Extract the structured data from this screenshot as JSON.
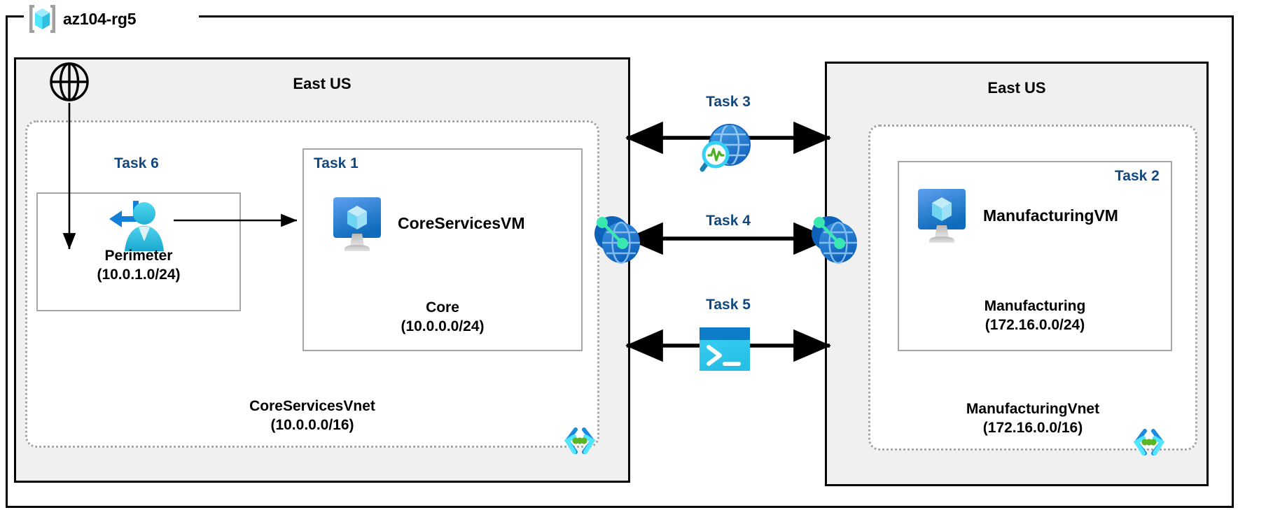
{
  "resource_group": {
    "name": "az104-rg5",
    "icon": "azure-resource-group-icon"
  },
  "regions": [
    {
      "id": "left",
      "title": "East US"
    },
    {
      "id": "right",
      "title": "East US"
    }
  ],
  "vnets": [
    {
      "id": "core",
      "name": "CoreServicesVnet",
      "cidr": "(10.0.0.0/16)",
      "subnet_icon": "azure-subnet-icon"
    },
    {
      "id": "manufacturing",
      "name": "ManufacturingVnet",
      "cidr": "(172.16.0.0/16)",
      "subnet_icon": "azure-subnet-icon"
    }
  ],
  "subnets": [
    {
      "id": "perimeter",
      "task": "Task 6",
      "name": "Perimeter",
      "cidr": "(10.0.1.0/24)",
      "icon": "azure-bastion-icon"
    },
    {
      "id": "core",
      "task": "Task 1",
      "name": "Core",
      "cidr": "(10.0.0.0/24)",
      "vm_name": "CoreServicesVM",
      "icon": "virtual-machine-icon"
    },
    {
      "id": "manufacturing",
      "task": "Task 2",
      "name": "Manufacturing",
      "cidr": "(172.16.0.0/24)",
      "vm_name": "ManufacturingVM",
      "icon": "virtual-machine-icon"
    }
  ],
  "center_tasks": [
    {
      "id": "task3",
      "label": "Task 3",
      "icon": "network-watcher-icon",
      "arrow": "bidirectional"
    },
    {
      "id": "task4",
      "label": "Task 4",
      "icon": "none",
      "arrow": "bidirectional"
    },
    {
      "id": "task5",
      "label": "Task 5",
      "icon": "cloud-shell-icon",
      "arrow": "bidirectional"
    }
  ],
  "peering_icons": [
    {
      "id": "peering-left",
      "icon": "vnet-peering-icon"
    },
    {
      "id": "peering-right",
      "icon": "vnet-peering-icon"
    }
  ],
  "internet": {
    "icon": "globe-icon"
  },
  "colors": {
    "task_label": "#11487f",
    "region_background": "#f0f0f0",
    "border": "#000000",
    "vnet_border": "#a6a6a6",
    "azure_blue": "#0078d4",
    "azure_cyan": "#50e6ff",
    "accent_green": "#5bb526"
  }
}
